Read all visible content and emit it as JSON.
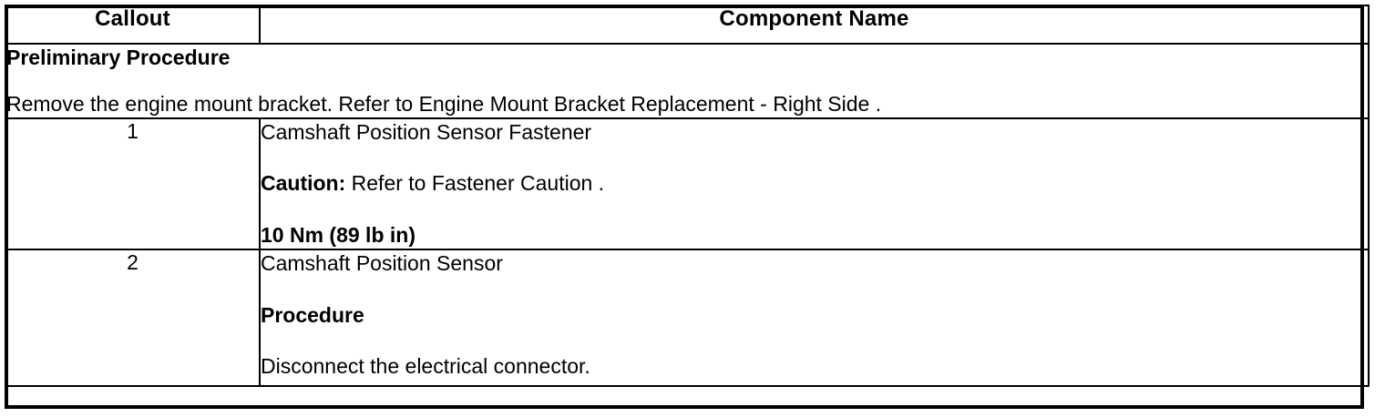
{
  "document": {
    "type": "service-procedure-table",
    "colors": {
      "background": "#ffffff",
      "text": "#000000",
      "border": "#000000"
    }
  },
  "table": {
    "headers": {
      "callout": "Callout",
      "component_name": "Component Name"
    },
    "preliminary": {
      "title": "Preliminary Procedure",
      "text": "Remove the engine mount bracket. Refer to Engine Mount Bracket Replacement - Right Side ."
    },
    "rows": [
      {
        "callout": "1",
        "lines": [
          {
            "label": "",
            "text": "Camshaft Position Sensor Fastener"
          },
          {
            "label": "Caution:",
            "text": " Refer to Fastener Caution ."
          },
          {
            "label": "10 Nm (89 lb in)",
            "text": ""
          }
        ]
      },
      {
        "callout": "2",
        "lines": [
          {
            "label": "",
            "text": "Camshaft Position Sensor"
          },
          {
            "label": "Procedure",
            "text": ""
          },
          {
            "label": "",
            "text": "Disconnect the electrical connector."
          }
        ]
      }
    ]
  }
}
